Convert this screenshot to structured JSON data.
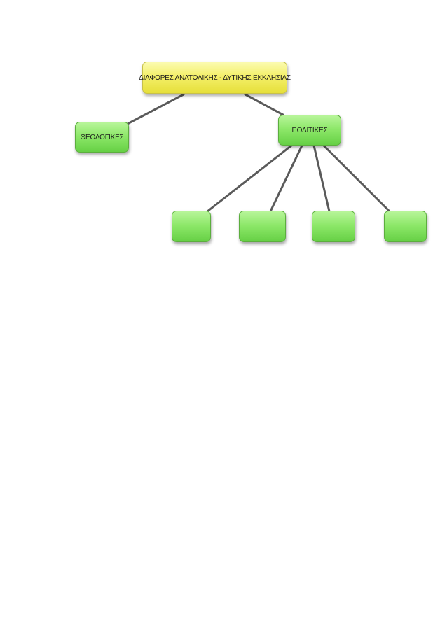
{
  "diagram": {
    "root": {
      "label": "ΔΙΑΦΟΡΕΣ  ΑΝΑΤΟΛΙΚΗΣ - ΔΥΤΙΚΗΣ ΕΚΚΛΗΣΙΑΣ",
      "color": "#f4f06a"
    },
    "branches": [
      {
        "label": "ΘΕΟΛΟΓΙΚΕΣ",
        "color": "#8ee86a"
      },
      {
        "label": "ΠΟΛΙΤΙΚΕΣ",
        "color": "#8ee86a"
      }
    ],
    "politikes_children": [
      {
        "label": ""
      },
      {
        "label": ""
      },
      {
        "label": ""
      },
      {
        "label": ""
      }
    ],
    "connector_color": "#5a5a5a"
  }
}
